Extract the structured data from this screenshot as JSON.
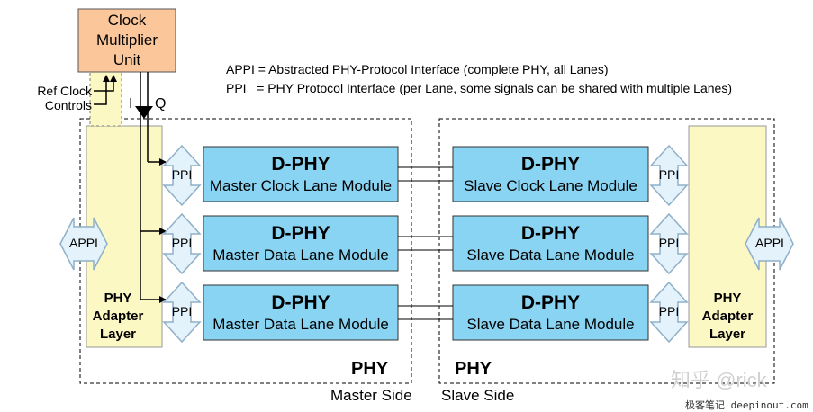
{
  "clock_unit": {
    "label_lines": [
      "Clock",
      "Multiplier",
      "Unit"
    ]
  },
  "inputs": {
    "ref_clock": "Ref Clock",
    "controls": "Controls"
  },
  "signals": {
    "i": "I",
    "q": "Q"
  },
  "legend": {
    "appi": "APPI = Abstracted PHY-Protocol Interface (complete PHY, all Lanes)",
    "ppi": "PPI   = PHY Protocol Interface (per Lane, some signals can be shared with multiple Lanes)"
  },
  "interfaces": {
    "ppi": "PPI",
    "appi": "APPI"
  },
  "adapter_layer": {
    "lines": [
      "PHY",
      "Adapter",
      "Layer"
    ]
  },
  "master_modules": [
    {
      "title": "D-PHY",
      "subtitle": "Master Clock Lane Module"
    },
    {
      "title": "D-PHY",
      "subtitle": "Master Data Lane Module"
    },
    {
      "title": "D-PHY",
      "subtitle": "Master Data Lane Module"
    }
  ],
  "slave_modules": [
    {
      "title": "D-PHY",
      "subtitle": "Slave Clock Lane Module"
    },
    {
      "title": "D-PHY",
      "subtitle": "Slave Data Lane Module"
    },
    {
      "title": "D-PHY",
      "subtitle": "Slave Data Lane Module"
    }
  ],
  "phy_labels": {
    "master": "PHY",
    "slave": "PHY"
  },
  "side_labels": {
    "master": "Master Side",
    "slave": "Slave Side"
  },
  "watermark": "知乎 @rick",
  "footer": "极客笔记 deepinout.com",
  "colors": {
    "clock_unit_fill": "#fbc79a",
    "module_fill": "#88d4f2",
    "adapter_fill": "#fcf8c4",
    "arrow_fill": "#e3f2fb",
    "arrow_stroke": "#8fb0c8"
  }
}
